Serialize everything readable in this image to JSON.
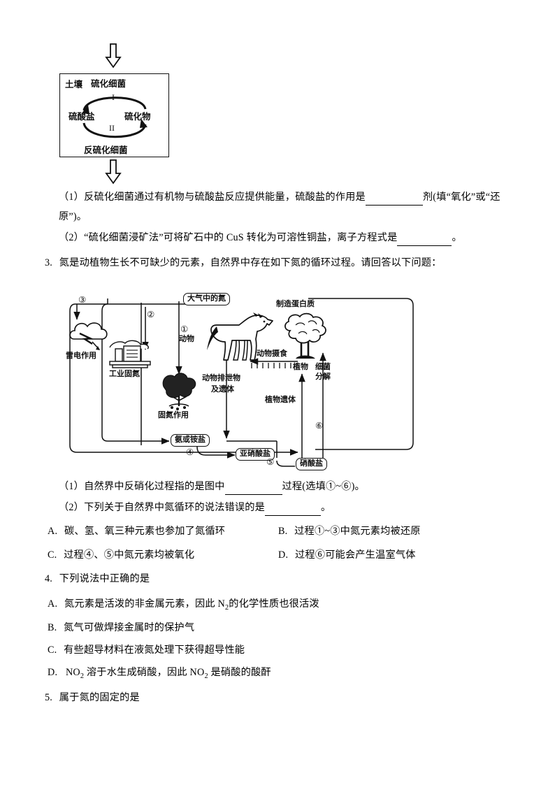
{
  "document": {
    "type": "chemistry-exam-worksheet",
    "language": "zh-CN"
  },
  "sulfur_figure": {
    "name": "sulfur-cycle-diagram",
    "top_arrow": "down-arrow",
    "bottom_arrow": "down-arrow",
    "soil": "土壤",
    "sulfur_bacteria": "硫化细菌",
    "sulfate": "硫酸盐",
    "sulfide": "硫化物",
    "desulfur_bacteria": "反硫化细菌",
    "step_1": "I",
    "step_2": "II"
  },
  "q2": {
    "part1_a": "（1）反硫化细菌通过有机物与硫酸盐反应提供能量，硫酸盐的作用是",
    "part1_b": "剂(填“氧化”或“还",
    "part1_c": "原”)。",
    "part2_a": "（2）“硫化细菌浸矿法”可将矿石中的 CuS 转化为可溶性铜盐，离子方程式是",
    "part2_b": "。"
  },
  "q3": {
    "number": "3.",
    "stem": "氮是动植物生长不可缺少的元素，自然界中存在如下氮的循环过程。请回答以下问题：",
    "part1_a": "（1）自然界中反硝化过程指的是图中",
    "part1_b": "过程(选填①~⑥)。",
    "part2_a": "（2）下列关于自然界中氮循环的说法错误的是",
    "part2_b": "。",
    "options": [
      {
        "key": "A.",
        "text": "碳、氢、氧三种元素也参加了氮循环"
      },
      {
        "key": "B.",
        "text": "过程①~③中氮元素均被还原"
      },
      {
        "key": "C.",
        "text": "过程④、⑤中氮元素均被氧化"
      },
      {
        "key": "D.",
        "text": "过程⑥可能会产生温室气体"
      }
    ]
  },
  "nitrogen_figure": {
    "name": "nitrogen-cycle-diagram",
    "atmospheric_nitrogen": "大气中的氮",
    "lightning": "雷电作用",
    "industrial_fixation": "工业固氮",
    "biological_fixation": "固氮作用",
    "animal": "动物",
    "animal_feeding": "动物摄食",
    "animal_waste": "动物排泄物\n及遗体",
    "animal_waste_line1": "动物排泄物",
    "animal_waste_line2": "及遗体",
    "protein_synthesis": "制造蛋白质",
    "plant": "植物",
    "plant_remains": "植物遗体",
    "bacterial_decomposition_line1": "细菌",
    "bacterial_decomposition_line2": "分解",
    "ammonia_or_ammonium": "氨或铵盐",
    "nitrite": "亚硝酸盐",
    "nitrate": "硝酸盐",
    "markers": {
      "m1": "①",
      "m2": "②",
      "m3": "③",
      "m4": "④",
      "m5": "⑤",
      "m6": "⑥"
    }
  },
  "q4": {
    "number": "4.",
    "stem": "下列说法中正确的是",
    "options": [
      {
        "key": "A.",
        "pre": "氮元素是活泼的非金属元素，因此 N",
        "sub": "2",
        "post": "的化学性质也很活泼"
      },
      {
        "key": "B.",
        "pre": "氮气可做焊接金属时的保护气",
        "sub": "",
        "post": ""
      },
      {
        "key": "C.",
        "pre": "有些超导材料在液氮处理下获得超导性能",
        "sub": "",
        "post": ""
      },
      {
        "key": "D.",
        "pre": "NO",
        "sub": "2",
        "post": " 溶于水生成硝酸，因此 NO",
        "sub2": "2",
        "post2": " 是硝酸的酸酐"
      }
    ]
  },
  "q5": {
    "number": "5.",
    "stem": "属于氮的固定的是"
  }
}
